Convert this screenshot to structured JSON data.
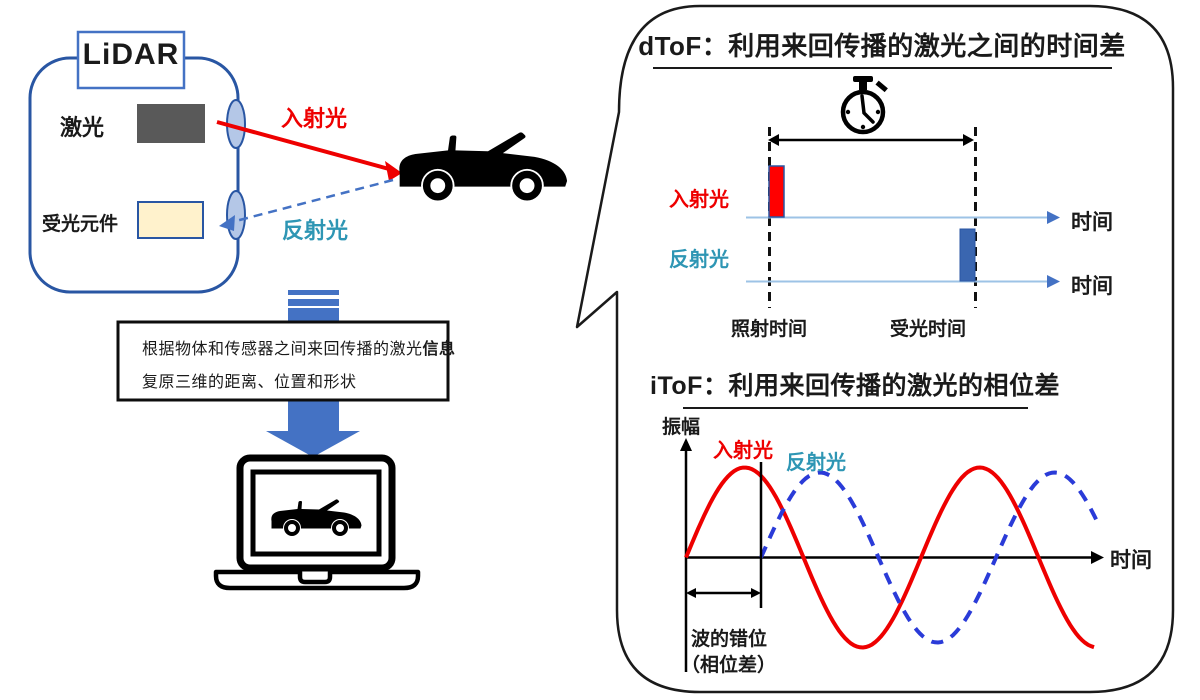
{
  "lidar": {
    "title": "LiDAR",
    "laser_label": "激光",
    "receiver_label": "受光元件",
    "incident_label": "入射光",
    "reflected_label": "反射光"
  },
  "process_box": {
    "line1_normal": "根据物体和传感器之间来回传播的激光",
    "line1_bold": "信息",
    "line2": "复原三维的距离、位置和形状"
  },
  "bubble": {
    "dtof": {
      "title": "dToF：利用来回传播的激光之间的时间差",
      "incident_label": "入射光",
      "reflected_label": "反射光",
      "time_label_1": "时间",
      "time_label_2": "时间",
      "emit_time_label": "照射时间",
      "receive_time_label": "受光时间"
    },
    "itof": {
      "title": "iToF：利用来回传播的激光的相位差",
      "amplitude_label": "振幅",
      "time_label": "时间",
      "incident_label": "入射光",
      "reflected_label": "反射光",
      "phase_note_line1": "波的错位",
      "phase_note_line2": "（相位差）"
    }
  },
  "icons": {
    "stopwatch": "stopwatch-icon",
    "car": "convertible-car-icon",
    "laptop": "laptop-icon"
  },
  "colors": {
    "red": "#ee0000",
    "teal_label": "#2e96b4",
    "pulse_blue": "#3a66b0",
    "timeline_light_blue": "#9dc3e6",
    "accent_blue": "#4472c4",
    "wave_dash_blue": "#2a3bd8",
    "outline_blue": "#2956a3",
    "lens_fill": "#b4c7e7",
    "receiver_fill": "#fff2cc",
    "laser_fill": "#595959"
  },
  "chart_data": [
    {
      "type": "timeline",
      "title": "dToF：利用来回传播的激光之间的时间差",
      "xlabel": "时间",
      "series": [
        {
          "name": "入射光",
          "pulse_color": "#ee0000",
          "pulse_at_marker": "照射时间"
        },
        {
          "name": "反射光",
          "pulse_color": "#3a66b0",
          "pulse_at_marker": "受光时间"
        }
      ],
      "markers": [
        "照射时间",
        "受光时间"
      ],
      "measured_interval": "来回传播的时间差（秒表计时）",
      "legend_position": "left"
    },
    {
      "type": "line",
      "title": "iToF：利用来回传播的激光的相位差",
      "xlabel": "时间",
      "ylabel": "振幅",
      "series": [
        {
          "name": "入射光",
          "style": "solid",
          "color": "#ee0000",
          "amplitude": 1,
          "phase_shift_fraction_of_period": 0
        },
        {
          "name": "反射光",
          "style": "dashed",
          "color": "#2a3bd8",
          "amplitude": 0.95,
          "phase_shift_fraction_of_period": 0.32
        }
      ],
      "annotation": "波的错位（相位差）",
      "grid": false,
      "legend_position": "top-left"
    }
  ]
}
